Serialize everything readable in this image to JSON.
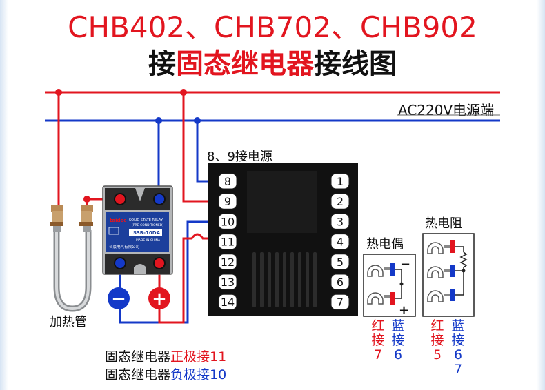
{
  "title": {
    "line1": "CHB402、CHB702、CHB902",
    "line2_pre": "接",
    "line2_hl": "固态继电器",
    "line2_post": "接线图"
  },
  "power": {
    "label": "AC220V电源端"
  },
  "controller": {
    "power_note": "8、9接电源",
    "left_terminals": [
      "8",
      "9",
      "10",
      "11",
      "12",
      "13",
      "14"
    ],
    "right_terminals": [
      "1",
      "2",
      "3",
      "4",
      "5",
      "6",
      "7"
    ]
  },
  "heater": {
    "label": "加热管"
  },
  "ssr": {
    "brand": "taidec",
    "line1": "SOLID STATE RELAY",
    "line2": "(PRE-CONDITIONED)",
    "model": "SSR-10DA",
    "made": "MADE IN CHINA",
    "maker": "台晨电气有限公司",
    "minus_sign": "−",
    "plus_sign": "+"
  },
  "notes": {
    "line1_pre": "固态继电器",
    "line1_hl": "正极接11",
    "line2_pre": "固态继电器",
    "line2_hl": "负极接10"
  },
  "thermocouple": {
    "title": "热电偶",
    "minus": "−",
    "plus": "+",
    "red_col": [
      "红",
      "接",
      "7"
    ],
    "blue_col": [
      "蓝",
      "接",
      "6"
    ]
  },
  "rtd": {
    "title": "热电阻",
    "red_col": [
      "红",
      "接",
      "5"
    ],
    "blue_col": [
      "蓝",
      "接",
      "6",
      "7"
    ]
  },
  "colors": {
    "red": "#e2151f",
    "blue": "#1439c8",
    "dark": "#111111"
  }
}
